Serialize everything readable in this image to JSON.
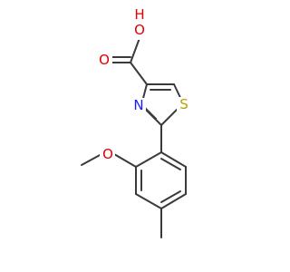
{
  "molecule": {
    "atoms": {
      "hydroxyl_o": {
        "symbol": "O",
        "h": "H",
        "color": "#e00000"
      },
      "carbonyl_o": {
        "symbol": "O",
        "color": "#e00000"
      },
      "thiazole_s": {
        "symbol": "S",
        "color": "#b8a100"
      },
      "thiazole_n": {
        "symbol": "N",
        "color": "#1a1aff"
      },
      "methoxy_o": {
        "symbol": "O",
        "color": "#e00000"
      }
    }
  }
}
